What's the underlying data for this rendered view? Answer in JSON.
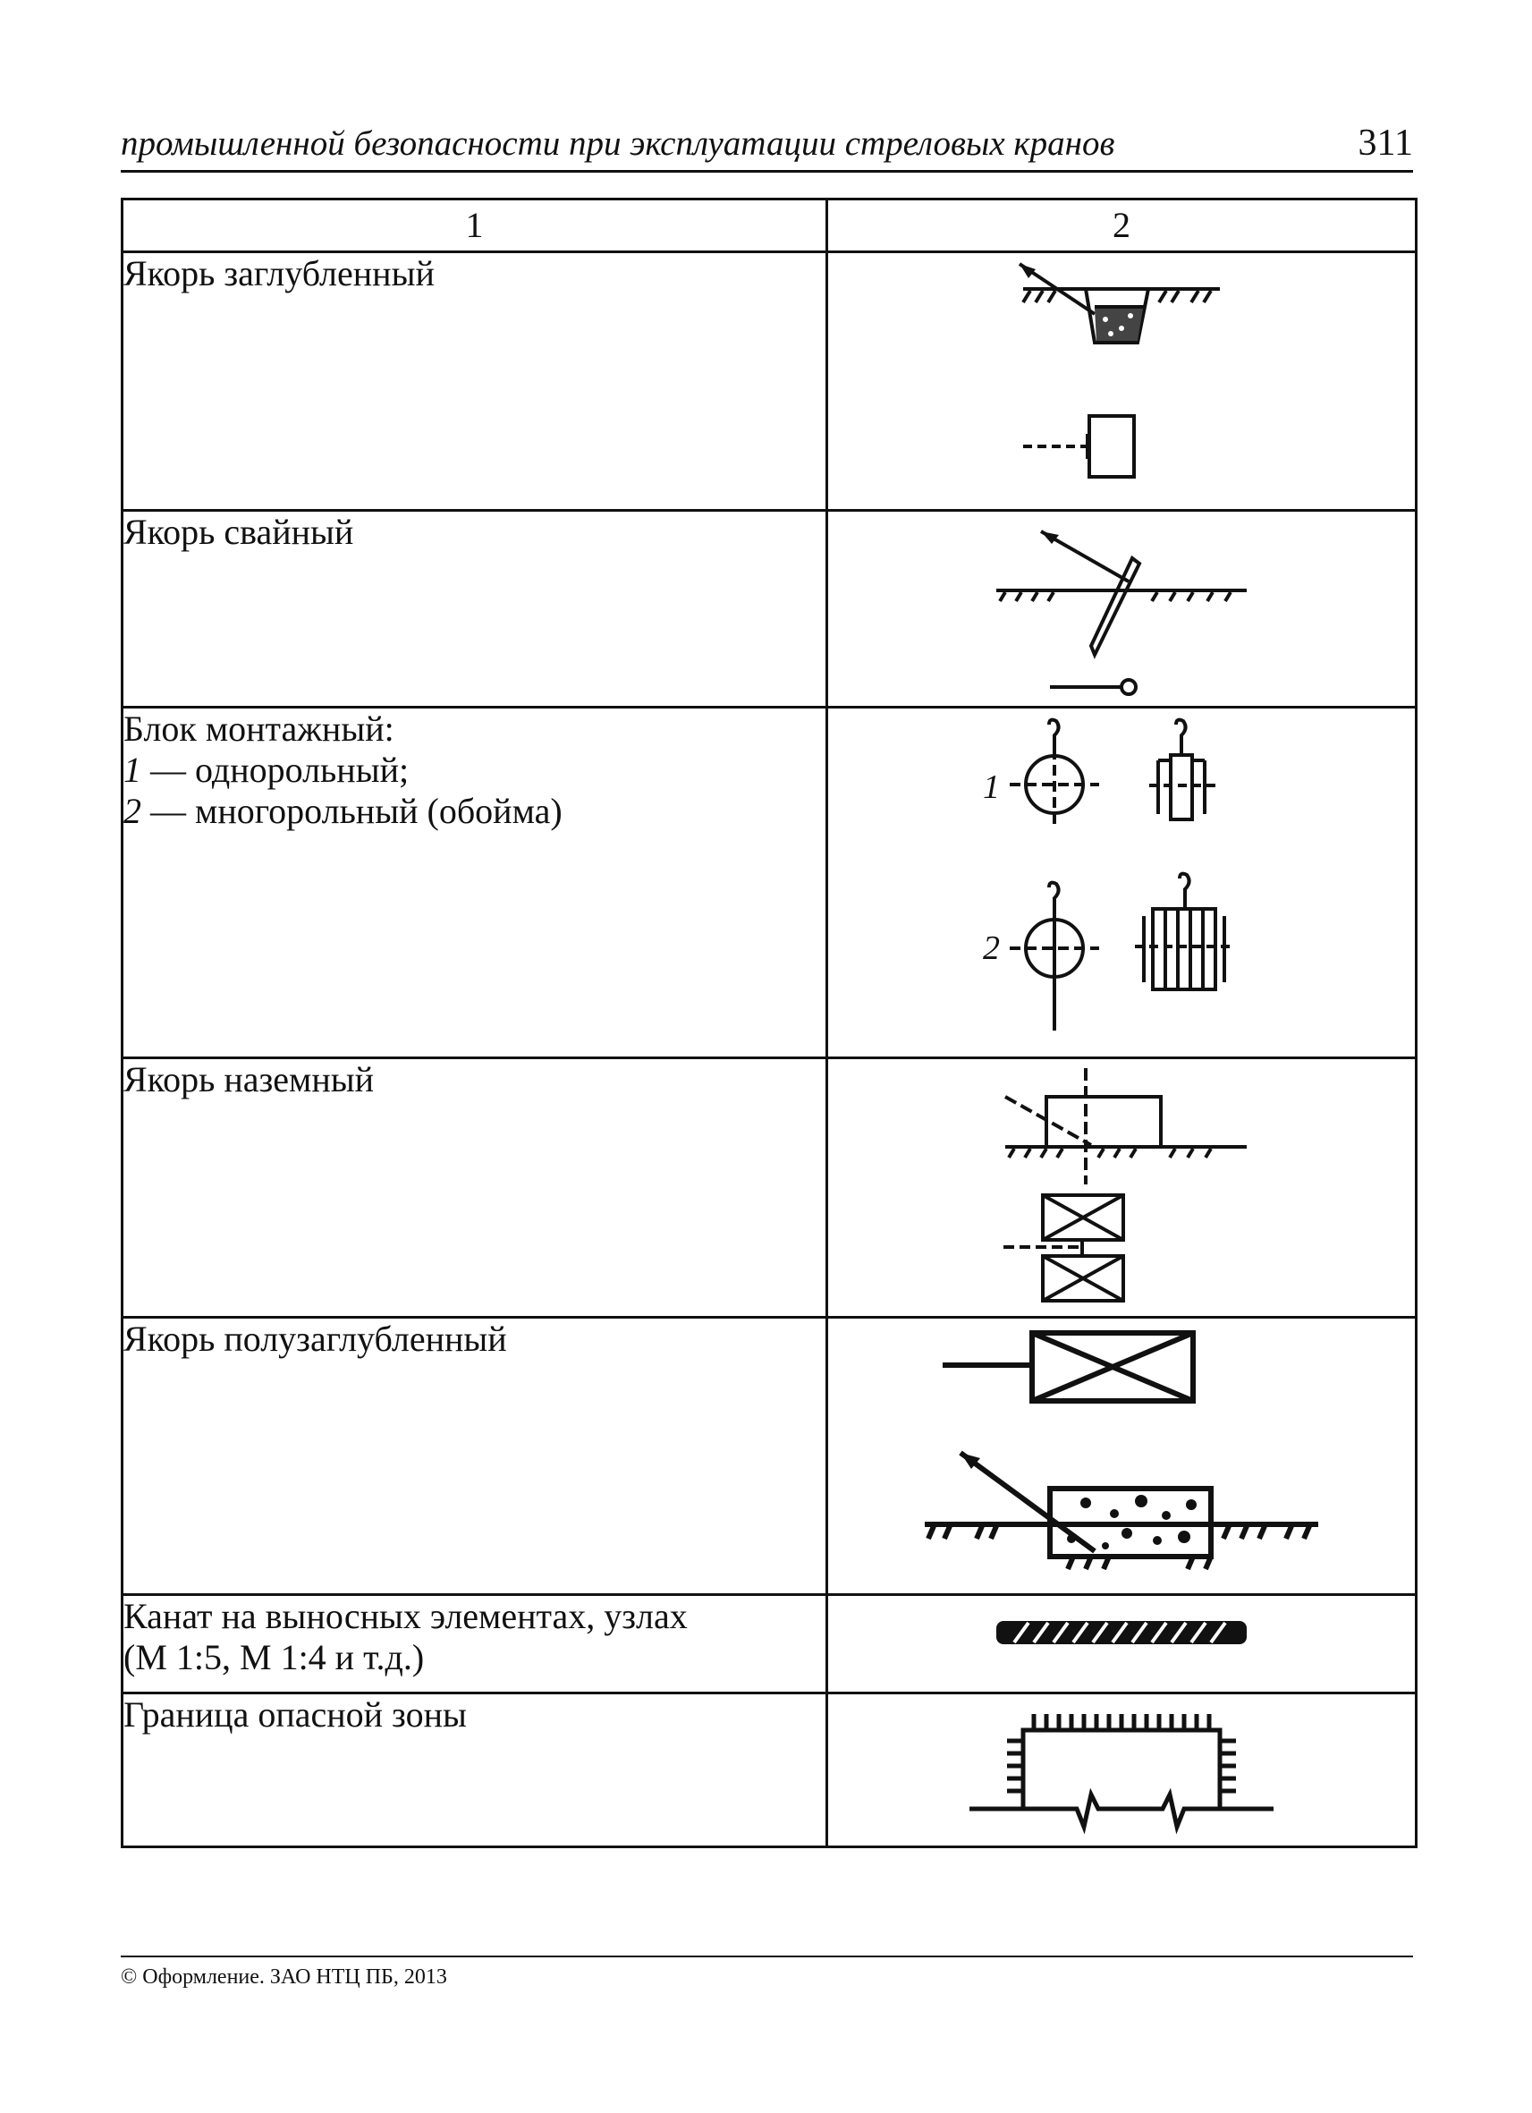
{
  "header": {
    "title": "промышленной безопасности при эксплуатации стреловых кранов",
    "page_number": "311"
  },
  "table": {
    "columns": [
      "1",
      "2"
    ],
    "rows": [
      {
        "name": "Якорь заглубленный",
        "symbol": "recessed-anchor-symbol"
      },
      {
        "name": "Якорь свайный",
        "symbol": "pile-anchor-symbol"
      },
      {
        "name": "Блок монтажный:",
        "items": [
          {
            "num": "1",
            "text": " — однорольный;"
          },
          {
            "num": "2",
            "text": " — многорольный (обойма)"
          }
        ],
        "symbol": "mounting-block-symbol",
        "labels": [
          "1",
          "2"
        ]
      },
      {
        "name": "Якорь наземный",
        "symbol": "ground-anchor-symbol"
      },
      {
        "name": "Якорь полузаглубленный",
        "symbol": "semi-recessed-anchor-symbol"
      },
      {
        "name": "Канат на выносных элементах, узлах",
        "name2": "(М 1:5, М 1:4 и т.д.)",
        "symbol": "rope-symbol"
      },
      {
        "name": "Граница опасной зоны",
        "symbol": "danger-zone-boundary-symbol"
      }
    ]
  },
  "footer": {
    "text": "© Оформление. ЗАО НТЦ ПБ, 2013"
  }
}
